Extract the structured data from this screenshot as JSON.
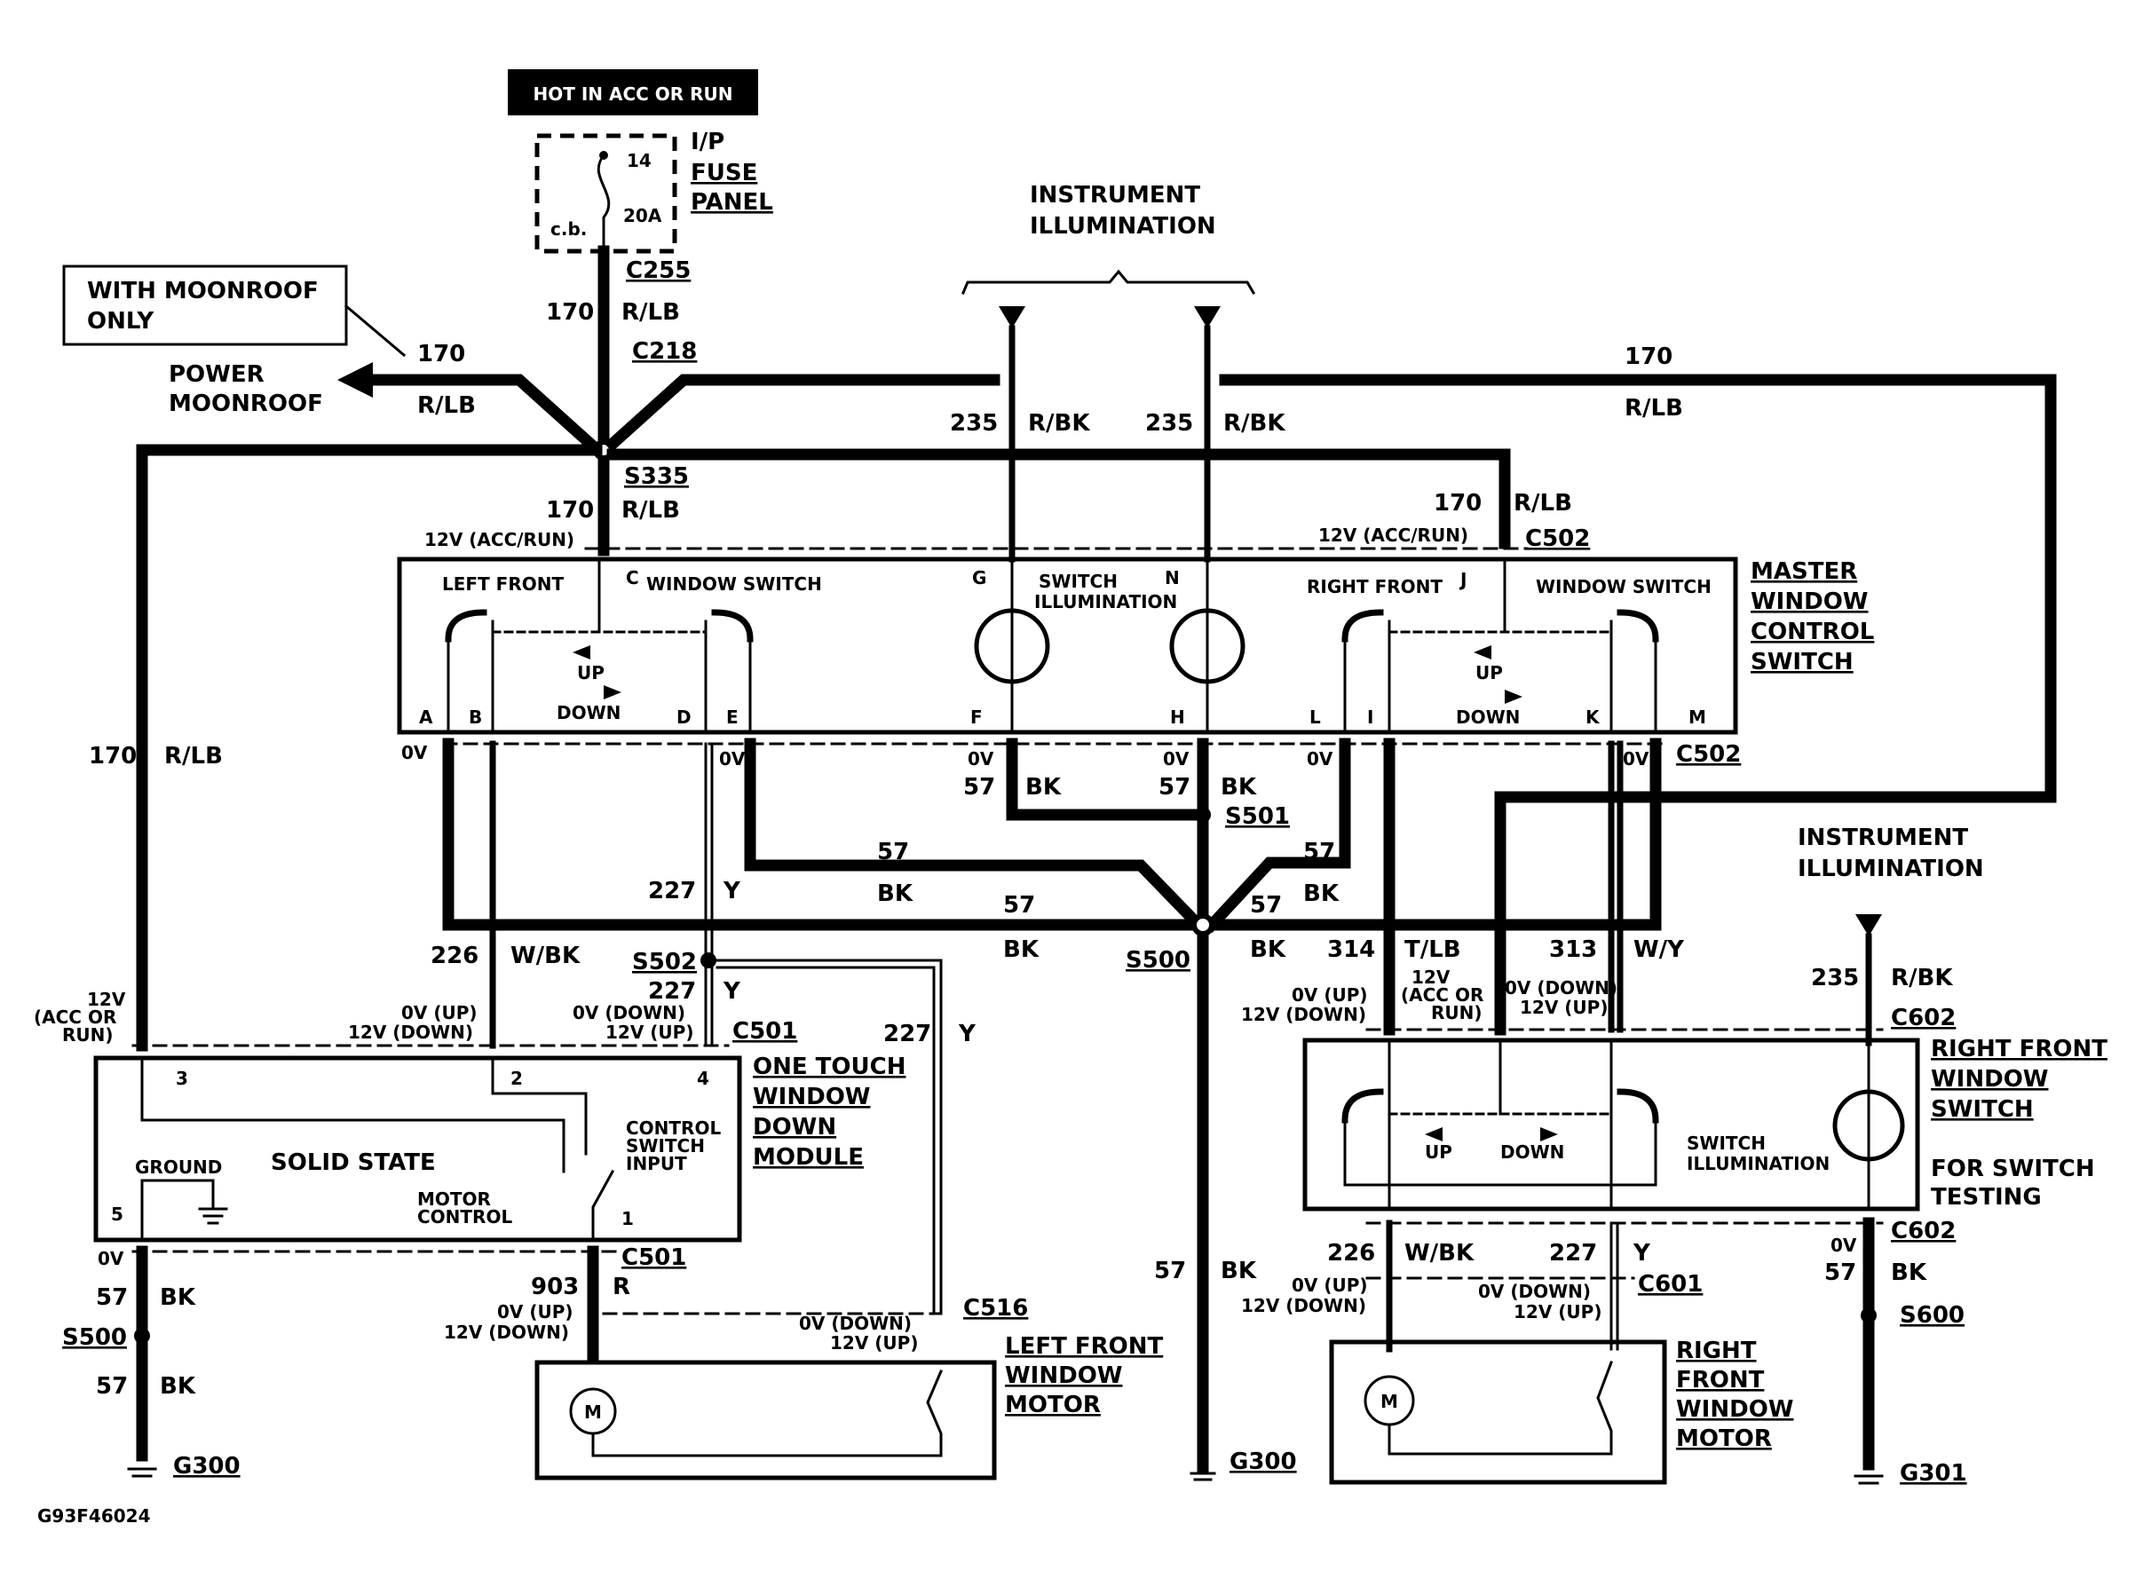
{
  "header": {
    "hot_label": "HOT IN ACC OR RUN"
  },
  "fuse_panel": {
    "title_lines": [
      "I/P",
      "FUSE",
      "PANEL"
    ],
    "pin": "14",
    "rating": "20A",
    "cb_label": "c.b."
  },
  "note_moonroof_lines": [
    "WITH MOONROOF",
    "ONLY"
  ],
  "power_moonroof_lines": [
    "POWER",
    "MOONROOF"
  ],
  "instrument_illumination_top": [
    "INSTRUMENT",
    "ILLUMINATION"
  ],
  "instrument_illumination_right": [
    "INSTRUMENT",
    "ILLUMINATION"
  ],
  "connectors": {
    "c255": "C255",
    "c218": "C218",
    "s335": "S335",
    "c502_top": "C502",
    "c502_mid": "C502",
    "s501": "S501",
    "s500_mid": "S500",
    "s502": "S502",
    "c501_top": "C501",
    "c501_bot": "C501",
    "c516": "C516",
    "s500_left": "S500",
    "g300_left": "G300",
    "g300_mid": "G300",
    "c602_top": "C602",
    "c602_bot": "C602",
    "c601": "C601",
    "s600": "S600",
    "g301": "G301"
  },
  "wires": {
    "w170": "170",
    "rlb": "R/LB",
    "w235": "235",
    "rbk": "R/BK",
    "w57": "57",
    "bk": "BK",
    "w227": "227",
    "y": "Y",
    "w226": "226",
    "wbk": "W/BK",
    "w314": "314",
    "tlb": "T/LB",
    "w313": "313",
    "wy": "W/Y",
    "w903": "903",
    "r": "R"
  },
  "voltages": {
    "acc_run": "12V (ACC/RUN)",
    "zero_v": "0V",
    "up_down_a": [
      "0V (UP)",
      "12V (DOWN)"
    ],
    "down_up_a": [
      "0V (DOWN)",
      "12V (UP)"
    ],
    "acc_or_run_left": [
      "12V",
      "(ACC OR",
      "RUN)"
    ],
    "acc_or_run_right": [
      "12V",
      "(ACC OR",
      "RUN)"
    ]
  },
  "master_switch": {
    "title_lines": [
      "MASTER",
      "WINDOW",
      "CONTROL",
      "SWITCH"
    ],
    "left_front": "LEFT FRONT",
    "window_switch": "WINDOW SWITCH",
    "right_front": "RIGHT FRONT",
    "switch_illumination": [
      "SWITCH",
      "ILLUMINATION"
    ],
    "up": "UP",
    "down": "DOWN",
    "pins": [
      "A",
      "B",
      "C",
      "D",
      "E",
      "F",
      "G",
      "H",
      "N",
      "L",
      "I",
      "J",
      "K",
      "M"
    ]
  },
  "one_touch": {
    "title_lines": [
      "ONE TOUCH",
      "WINDOW",
      "DOWN",
      "MODULE"
    ],
    "solid_state": "SOLID STATE",
    "ground": "GROUND",
    "control_switch_input": [
      "CONTROL",
      "SWITCH",
      "INPUT"
    ],
    "motor_control": [
      "MOTOR",
      "CONTROL"
    ],
    "pins": [
      "3",
      "2",
      "4",
      "5",
      "1"
    ]
  },
  "left_motor": {
    "title_lines": [
      "LEFT FRONT",
      "WINDOW",
      "MOTOR"
    ],
    "symbol": "M"
  },
  "right_switch": {
    "title_lines": [
      "RIGHT FRONT",
      "WINDOW",
      "SWITCH"
    ],
    "testing_lines": [
      "FOR SWITCH",
      "TESTING"
    ],
    "switch_illumination": [
      "SWITCH",
      "ILLUMINATION"
    ],
    "up": "UP",
    "down": "DOWN"
  },
  "right_motor": {
    "title_lines": [
      "RIGHT",
      "FRONT",
      "WINDOW",
      "MOTOR"
    ],
    "symbol": "M"
  },
  "figure_id": "G93F46024"
}
